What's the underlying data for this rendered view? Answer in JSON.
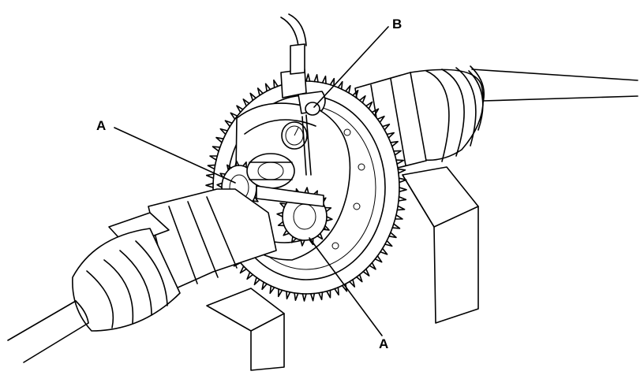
{
  "labels": {
    "a_left": "A",
    "b": "B",
    "a_bottom": "A"
  },
  "colors": {
    "line": "#000000",
    "background": "#ffffff"
  }
}
